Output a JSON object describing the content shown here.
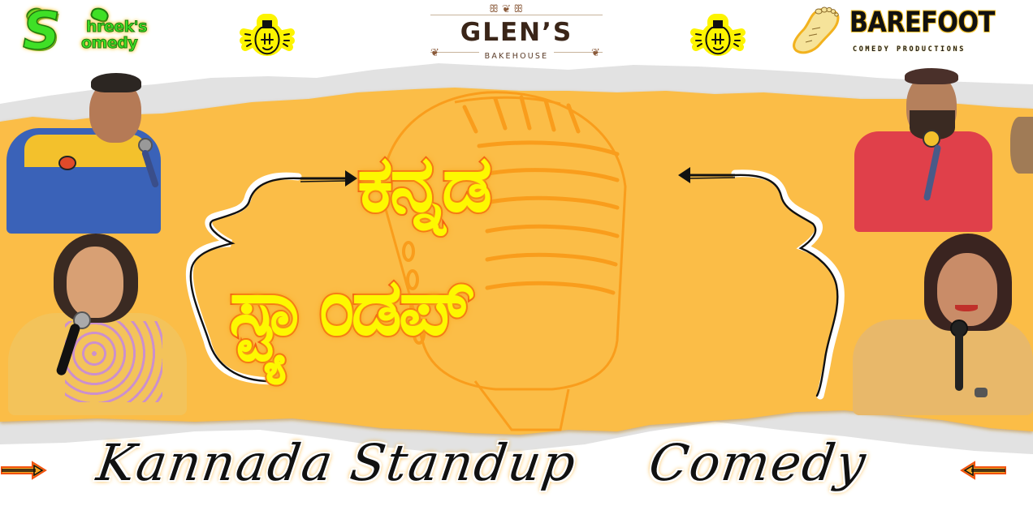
{
  "banner": {
    "background_color": "#ffffff",
    "band_color": "#fbbd47",
    "band_shadow_color": "#e0e0e0",
    "accent_yellow": "#fdf800",
    "accent_orange": "#f2520f"
  },
  "logos": {
    "shreeks": {
      "big_letter": "S",
      "line1": "hreek's",
      "line2": "omedy"
    },
    "bulb_left": {
      "icon": "lightbulb-icon"
    },
    "glens": {
      "title": "GLEN’S",
      "subtitle": "BAKEHOUSE"
    },
    "bulb_right": {
      "icon": "lightbulb-icon"
    },
    "barefoot": {
      "title": "BAREFOOT",
      "subtitle": "COMEDY PRODUCTIONS",
      "icon": "foot-icon"
    }
  },
  "title": {
    "kannada_line1": "ಕನ್ನಡ",
    "kannada_line2": "ಸ್ಟ್ಯಾಂಡಪ್"
  },
  "tagline": {
    "word1": "Kannada",
    "word2": "Standup",
    "word3": "Comedy"
  },
  "performers": [
    {
      "position": "top-left",
      "shirt_color": "#3a62b8"
    },
    {
      "position": "bottom-left",
      "shirt_color": "#f3c35a"
    },
    {
      "position": "top-right",
      "shirt_color": "#e0404a"
    },
    {
      "position": "bottom-right",
      "shirt_color": "#e8b86a"
    }
  ]
}
